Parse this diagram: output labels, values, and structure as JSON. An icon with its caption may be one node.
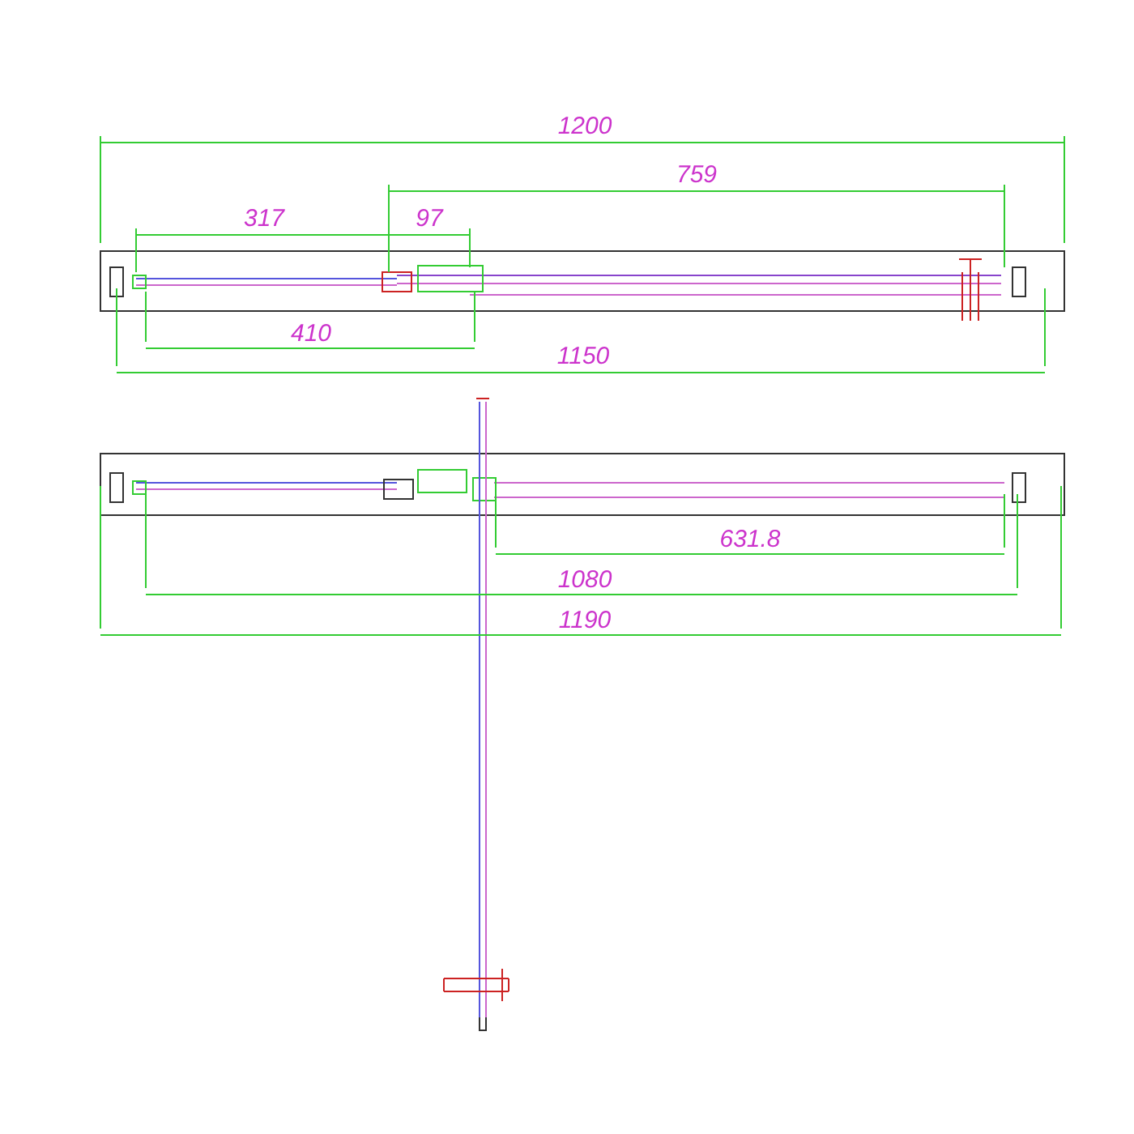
{
  "diagram": {
    "labels": [
      "1200",
      "759",
      "317",
      "97",
      "1150",
      "410",
      "631.8",
      "1080",
      "1190"
    ]
  }
}
